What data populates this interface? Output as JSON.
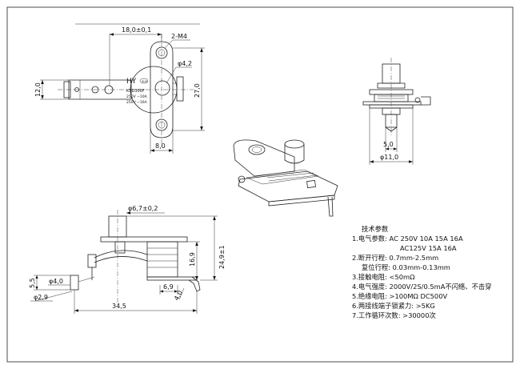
{
  "top_view": {
    "dim_width": "18,0±0,1",
    "dim_screw": "2-M4",
    "dim_hole": "φ4,2",
    "dim_height_left": "12,0",
    "dim_height_right": "27,0",
    "dim_bottom": "8,0",
    "brand": "HY",
    "mark": "SUG",
    "model": "KSD300F",
    "rating1": "250V ∼10A",
    "rating2": "250V ∼16A"
  },
  "right_view": {
    "dim_inner": "5,0",
    "dim_outer": "φ11,0"
  },
  "side_view": {
    "dim_knob": "φ6,7±0,2",
    "dim_height": "24,9±1",
    "dim_mid": "16,9",
    "dim_small": "6,9",
    "dim_tab": "4,0",
    "dim_length": "34,5",
    "dim_5_5": "5,5",
    "dim_phi4": "φ4,0",
    "dim_phi2_9": "φ2,9"
  },
  "specs": {
    "title": "技术参数",
    "lines": [
      "1.电气参数: AC 250V 10A 15A 16A",
      "AC125V 15A 16A",
      "2.断开行程: 0.7mm-2.5mm",
      "复位行程: 0.03mm-0.13mm",
      "3.接触电阻: <50mΩ",
      "4.电气强度: 2000V/2S/0.5mA不闪络、不击穿",
      "5.绝缘电阻: >100MΩ DC500V",
      "6.两接线端子锁紧力: >5KG",
      "7.工作循环次数: >30000次"
    ]
  }
}
